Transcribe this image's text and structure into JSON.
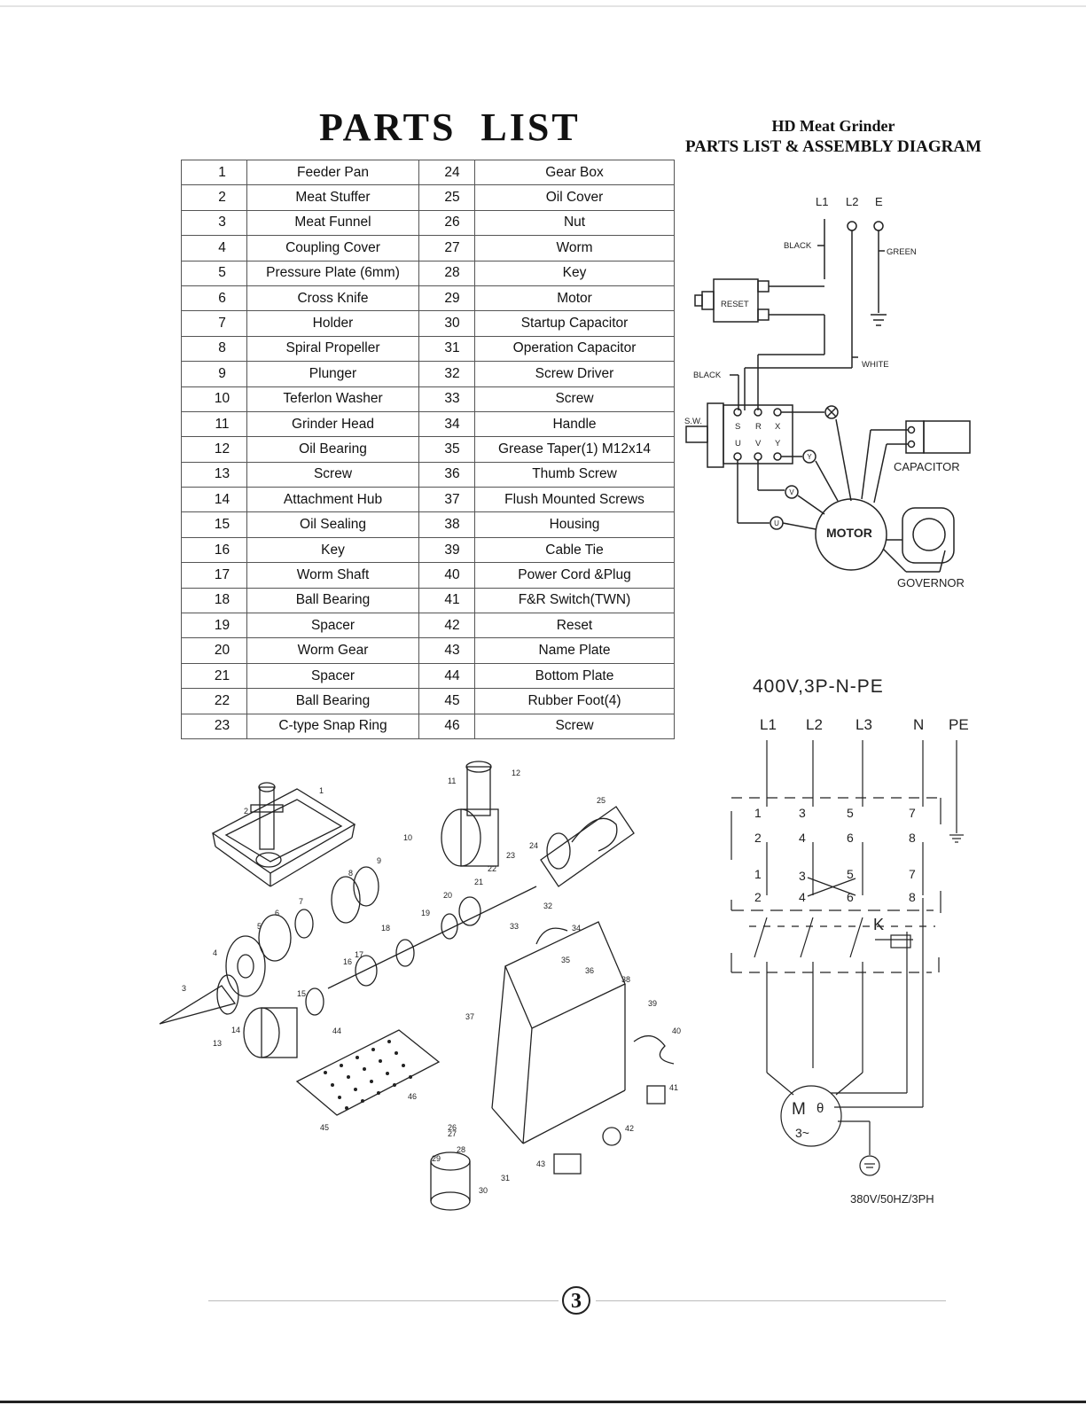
{
  "page": {
    "title": "PARTS  LIST",
    "header_line1": "HD Meat Grinder",
    "header_line2": "PARTS LIST & ASSEMBLY DIAGRAM",
    "page_number": "3"
  },
  "parts_table": {
    "rows": [
      {
        "n1": "1",
        "p1": "Feeder Pan",
        "n2": "24",
        "p2": "Gear Box"
      },
      {
        "n1": "2",
        "p1": "Meat Stuffer",
        "n2": "25",
        "p2": "Oil Cover"
      },
      {
        "n1": "3",
        "p1": "Meat Funnel",
        "n2": "26",
        "p2": "Nut"
      },
      {
        "n1": "4",
        "p1": "Coupling Cover",
        "n2": "27",
        "p2": "Worm"
      },
      {
        "n1": "5",
        "p1": "Pressure Plate (6mm)",
        "n2": "28",
        "p2": "Key"
      },
      {
        "n1": "6",
        "p1": "Cross Knife",
        "n2": "29",
        "p2": "Motor"
      },
      {
        "n1": "7",
        "p1": "Holder",
        "n2": "30",
        "p2": "Startup Capacitor"
      },
      {
        "n1": "8",
        "p1": "Spiral Propeller",
        "n2": "31",
        "p2": "Operation Capacitor"
      },
      {
        "n1": "9",
        "p1": "Plunger",
        "n2": "32",
        "p2": "Screw Driver"
      },
      {
        "n1": "10",
        "p1": "Teferlon Washer",
        "n2": "33",
        "p2": "Screw"
      },
      {
        "n1": "11",
        "p1": "Grinder Head",
        "n2": "34",
        "p2": "Handle"
      },
      {
        "n1": "12",
        "p1": "Oil Bearing",
        "n2": "35",
        "p2": "Grease Taper(1) M12x14"
      },
      {
        "n1": "13",
        "p1": "Screw",
        "n2": "36",
        "p2": "Thumb Screw"
      },
      {
        "n1": "14",
        "p1": "Attachment Hub",
        "n2": "37",
        "p2": "Flush Mounted Screws"
      },
      {
        "n1": "15",
        "p1": "Oil Sealing",
        "n2": "38",
        "p2": "Housing"
      },
      {
        "n1": "16",
        "p1": "Key",
        "n2": "39",
        "p2": "Cable Tie"
      },
      {
        "n1": "17",
        "p1": "Worm Shaft",
        "n2": "40",
        "p2": "Power Cord &Plug"
      },
      {
        "n1": "18",
        "p1": "Ball Bearing",
        "n2": "41",
        "p2": "F&R Switch(TWN)"
      },
      {
        "n1": "19",
        "p1": "Spacer",
        "n2": "42",
        "p2": "Reset"
      },
      {
        "n1": "20",
        "p1": "Worm Gear",
        "n2": "43",
        "p2": "Name Plate"
      },
      {
        "n1": "21",
        "p1": "Spacer",
        "n2": "44",
        "p2": "Bottom Plate"
      },
      {
        "n1": "22",
        "p1": "Ball Bearing",
        "n2": "45",
        "p2": "Rubber Foot(4)"
      },
      {
        "n1": "23",
        "p1": "C-type Snap Ring",
        "n2": "46",
        "p2": "Screw"
      }
    ]
  },
  "wiring_diagram": {
    "terminals": [
      "L1",
      "L2",
      "E"
    ],
    "black_top": "BLACK",
    "green": "GREEN",
    "reset": "RESET",
    "white": "WHITE",
    "black_left": "BLACK",
    "sw": "S.W.",
    "switch_letters_top": [
      "S",
      "R",
      "X"
    ],
    "switch_letters_bottom": [
      "U",
      "V",
      "Y"
    ],
    "node_x": "X",
    "node_y": "Y",
    "node_v": "V",
    "node_u": "U",
    "capacitor": "CAPACITOR",
    "motor": "MOTOR",
    "governor": "GOVERNOR"
  },
  "three_phase_diagram": {
    "title": "400V,3P-N-PE",
    "phases": [
      "L1",
      "L2",
      "L3",
      "N",
      "PE"
    ],
    "row1_contacts": [
      "1",
      "3",
      "5",
      "7"
    ],
    "row2_contacts": [
      "2",
      "4",
      "6",
      "8"
    ],
    "row3_contacts": [
      "1",
      "3",
      "5",
      "7"
    ],
    "row4_contacts": [
      "2",
      "4",
      "6",
      "8"
    ],
    "contactor": "K",
    "motor_m": "M",
    "motor_theta": "θ",
    "motor_3": "3~",
    "rating": "380V/50HZ/3PH"
  },
  "exploded_view": {
    "callouts": [
      "1",
      "2",
      "3",
      "4",
      "5",
      "6",
      "7",
      "8",
      "9",
      "10",
      "11",
      "12",
      "13",
      "14",
      "15",
      "16",
      "17",
      "18",
      "19",
      "20",
      "21",
      "22",
      "23",
      "24",
      "25",
      "26",
      "27",
      "28",
      "29",
      "30",
      "31",
      "32",
      "33",
      "34",
      "35",
      "36",
      "37",
      "38",
      "39",
      "40",
      "41",
      "42",
      "43",
      "44",
      "45",
      "46"
    ]
  }
}
